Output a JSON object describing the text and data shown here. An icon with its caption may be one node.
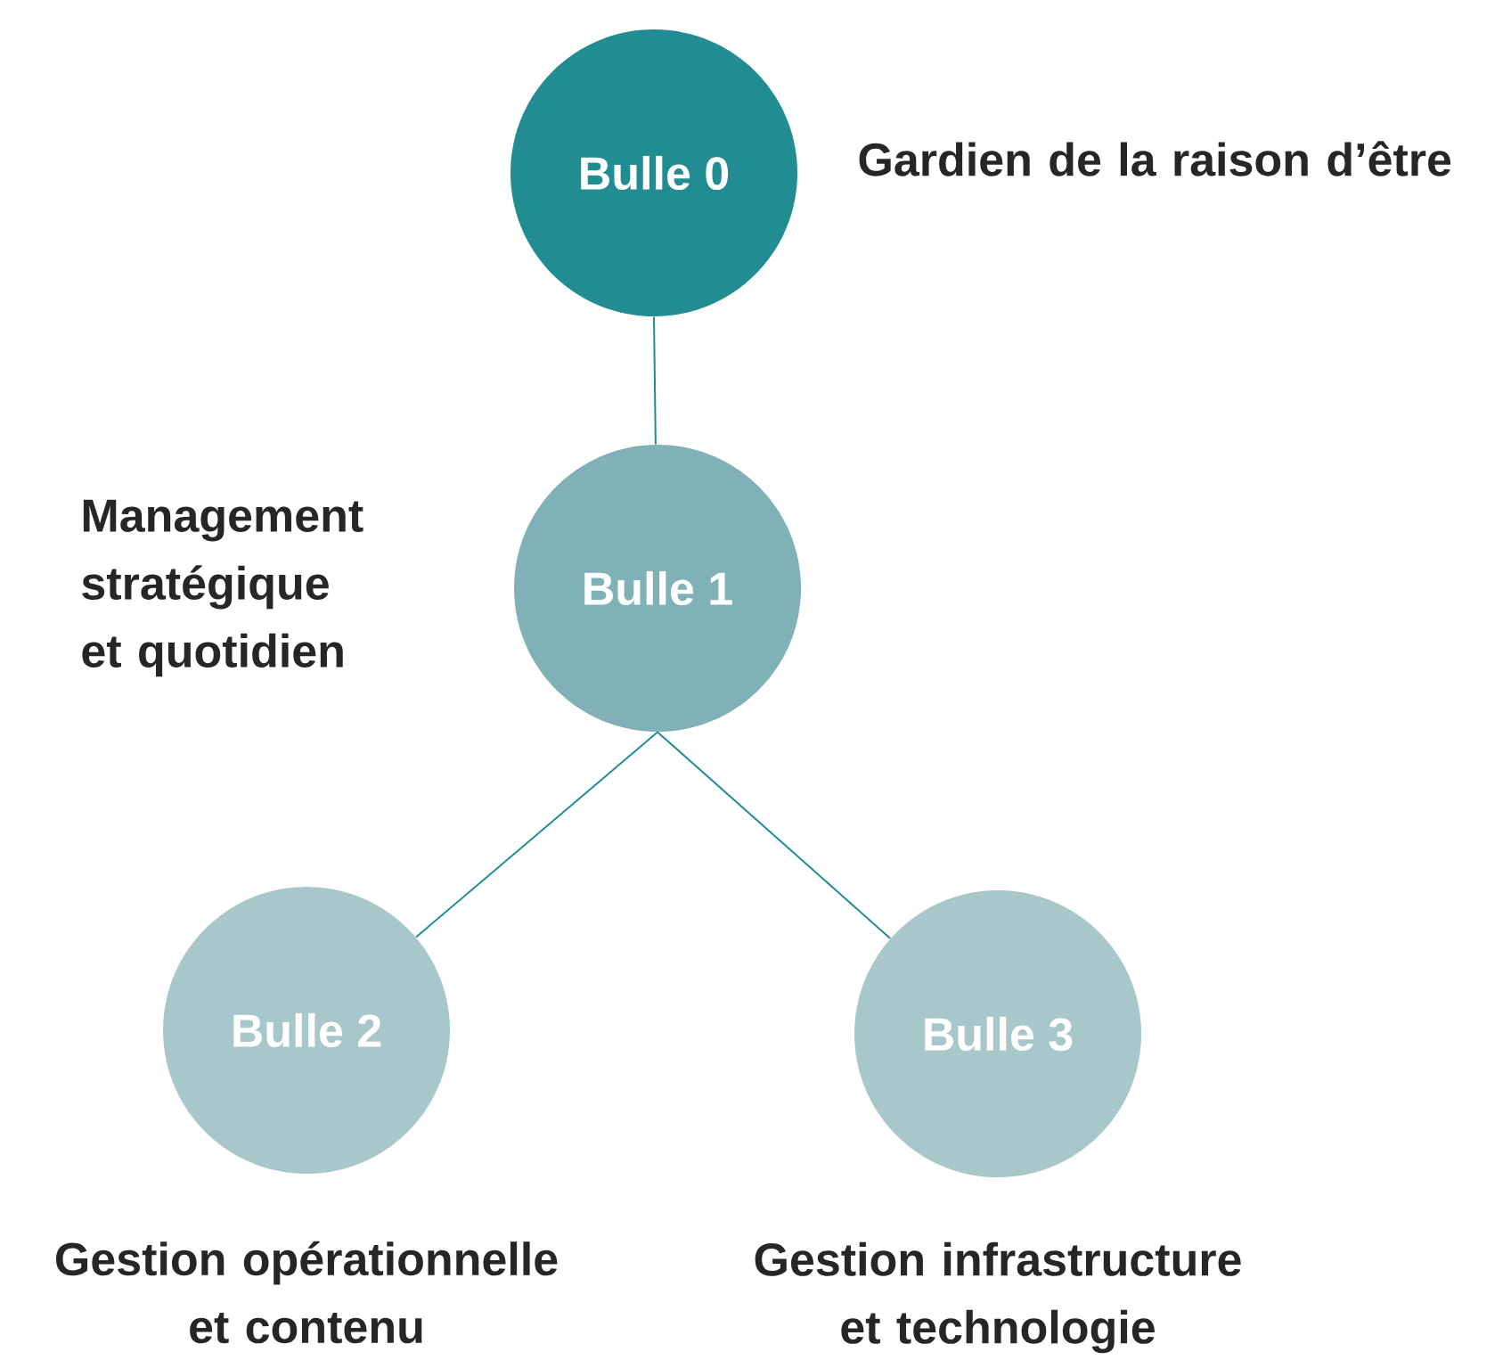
{
  "diagram": {
    "nodes": [
      {
        "text": [
          "Bulle 0"
        ],
        "beside": [
          "Gardien de la raison d’être"
        ]
      },
      {
        "text": [
          "Bulle 1"
        ],
        "beside": [
          "Management stratégique et quotidien"
        ]
      },
      {
        "text": [
          "Bulle 2"
        ],
        "beside": [
          "Gestion opérationnelle et contenu"
        ]
      },
      {
        "text": [
          "Bulle 3"
        ],
        "beside": [
          "Gestion infrastructure et technologie"
        ]
      }
    ],
    "edges": [
      {
        "from": 0,
        "to": 1,
        "arrow": "none"
      },
      {
        "from": 1,
        "to": 2,
        "arrow": "none"
      },
      {
        "from": 1,
        "to": 3,
        "arrow": "none"
      }
    ]
  }
}
